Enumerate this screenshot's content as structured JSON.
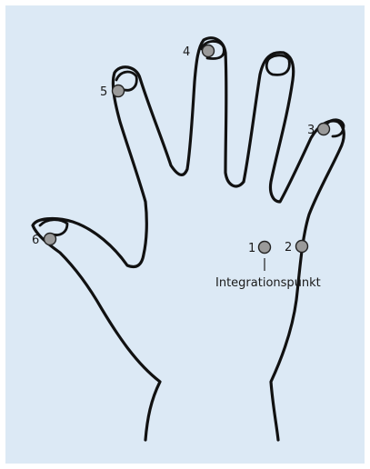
{
  "diagram": {
    "background_color": "#dce9f5",
    "point_color": "#9a9a9a",
    "outline_color": "#111111",
    "points": [
      {
        "label": "1"
      },
      {
        "label": "2"
      },
      {
        "label": "3"
      },
      {
        "label": "4"
      },
      {
        "label": "5"
      },
      {
        "label": "6"
      }
    ],
    "integration_label": "Integrationspunkt"
  }
}
